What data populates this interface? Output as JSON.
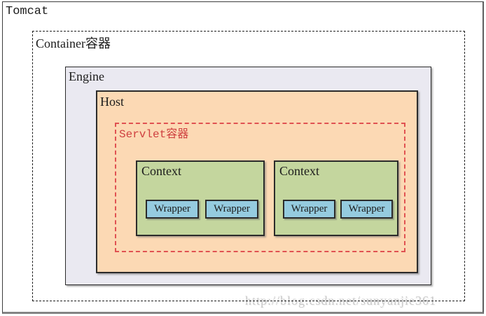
{
  "diagram": {
    "tomcat_label": "Tomcat",
    "container_label": "Container容器",
    "engine_label": "Engine",
    "host_label": "Host",
    "servlet_label": "Servlet容器",
    "contexts": [
      {
        "label": "Context",
        "wrappers": [
          "Wrapper",
          "Wrapper"
        ]
      },
      {
        "label": "Context",
        "wrappers": [
          "Wrapper",
          "Wrapper"
        ]
      }
    ],
    "colors": {
      "engine_bg": "#eae9f1",
      "host_bg": "#fcd9b4",
      "context_bg": "#c4d69e",
      "wrapper_bg": "#95cbdf",
      "servlet_border": "#e05252",
      "servlet_text": "#cf4040"
    }
  },
  "watermark": {
    "text": "http://blog.csdn.net/sunyanjie361"
  }
}
